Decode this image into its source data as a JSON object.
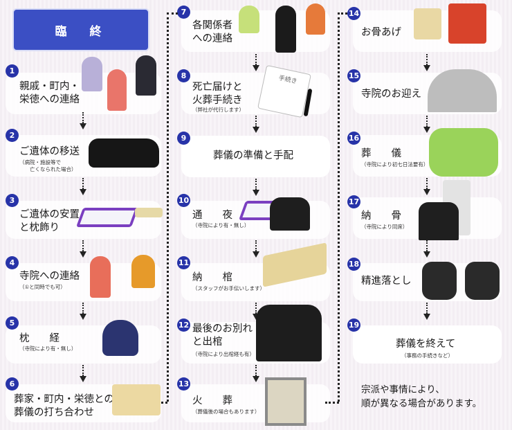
{
  "title": "臨　終",
  "steps": [
    {
      "n": "1",
      "label": "親戚・町内・\n栄徳への連絡",
      "sub": ""
    },
    {
      "n": "2",
      "label": "ご遺体の移送",
      "sub": "（病院・施設等で\n　　亡くなられた場合）"
    },
    {
      "n": "3",
      "label": "ご遺体の安置\nと枕飾り",
      "sub": ""
    },
    {
      "n": "4",
      "label": "寺院への連絡",
      "sub": "（①と同時でも可）"
    },
    {
      "n": "5",
      "label": "枕　　経",
      "sub": "（寺院により有・無し）"
    },
    {
      "n": "6",
      "label": "葬家・町内・栄徳との\n葬儀の打ち合わせ",
      "sub": ""
    },
    {
      "n": "7",
      "label": "各関係者\nへの連絡",
      "sub": ""
    },
    {
      "n": "8",
      "label": "死亡届けと\n火葬手続き",
      "sub": "（弊社が代行します）"
    },
    {
      "n": "9",
      "label": "葬儀の準備と手配",
      "sub": ""
    },
    {
      "n": "10",
      "label": "通　　夜",
      "sub": "（寺院により有・無し）"
    },
    {
      "n": "11",
      "label": "納　　棺",
      "sub": "（スタッフがお手伝いします）"
    },
    {
      "n": "12",
      "label": "最後のお別れ\nと出棺",
      "sub": "（寺院により出棺経も有）"
    },
    {
      "n": "13",
      "label": "火　　葬",
      "sub": "（葬儀後の場合もあります）"
    },
    {
      "n": "14",
      "label": "お骨あげ",
      "sub": ""
    },
    {
      "n": "15",
      "label": "寺院のお迎え",
      "sub": ""
    },
    {
      "n": "16",
      "label": "葬　　儀",
      "sub": "（寺院により初七日法要有）"
    },
    {
      "n": "17",
      "label": "納　　骨",
      "sub": "（寺院により同席）"
    },
    {
      "n": "18",
      "label": "精進落とし",
      "sub": ""
    },
    {
      "n": "19",
      "label": "葬儀を終えて",
      "sub": "（事務の手続きなど）"
    }
  ],
  "note": "宗派や事情により、\n順が異なる場合があります。",
  "paper_label": "手続き",
  "colors": {
    "badge": "#2733a8",
    "title_bg": "#3b4fc4"
  }
}
